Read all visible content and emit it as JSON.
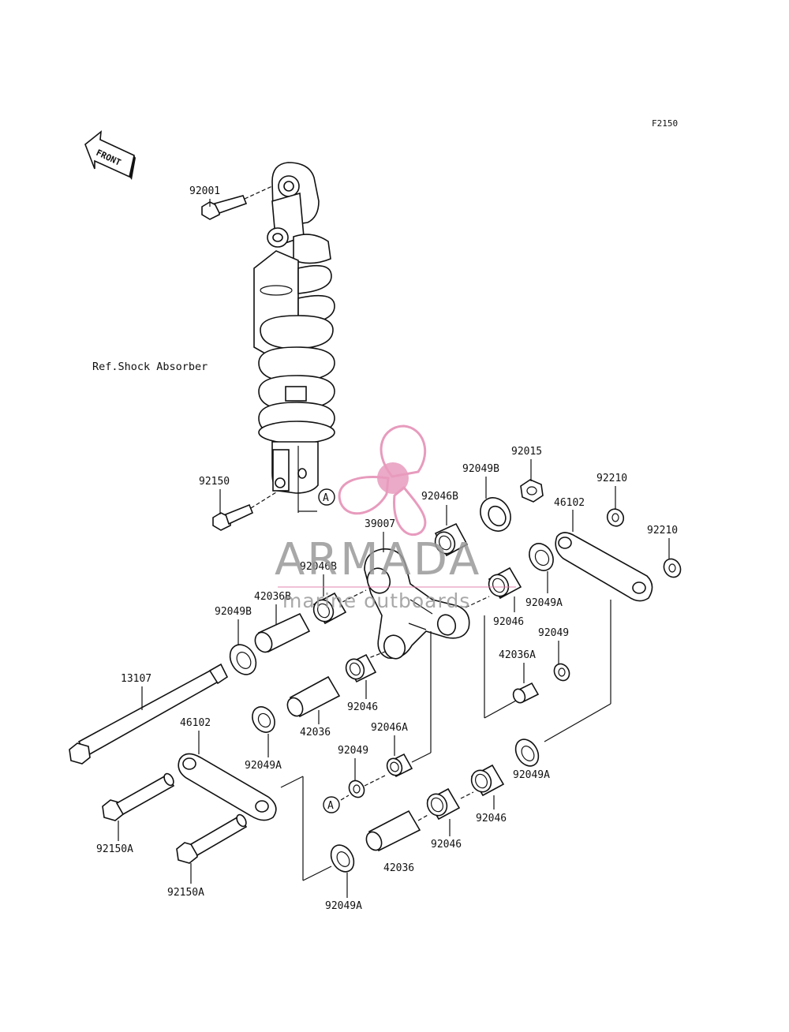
{
  "figure_code": "F2150",
  "front_arrow": "FRONT",
  "reference_note": "Ref.Shock Absorber",
  "circle_marker": "A",
  "watermark": {
    "brand": "ARMADA",
    "tagline": "marine outboards",
    "logo_color": "#e07aa8"
  },
  "labels": {
    "l_92001": "92001",
    "l_92150": "92150",
    "l_92015": "92015",
    "l_92049B_top": "92049B",
    "l_92210_a": "92210",
    "l_92210_b": "92210",
    "l_46102_right": "46102",
    "l_92046B_a": "92046B",
    "l_39007": "39007",
    "l_92046B_b": "92046B",
    "l_42036B": "42036B",
    "l_92049B_left": "92049B",
    "l_92049A_r1": "92049A",
    "l_92046_r1": "92046",
    "l_92049_r": "92049",
    "l_42036A": "42036A",
    "l_13107": "13107",
    "l_92046_c1": "92046",
    "l_42036_c": "42036",
    "l_46102_left": "46102",
    "l_92049A_l": "92049A",
    "l_92046A": "92046A",
    "l_92049_c": "92049",
    "l_92049A_r2": "92049A",
    "l_92150A_1": "92150A",
    "l_92046_r2": "92046",
    "l_92046_c2": "92046",
    "l_42036_b": "42036",
    "l_92150A_2": "92150A",
    "l_92049A_b": "92049A"
  }
}
